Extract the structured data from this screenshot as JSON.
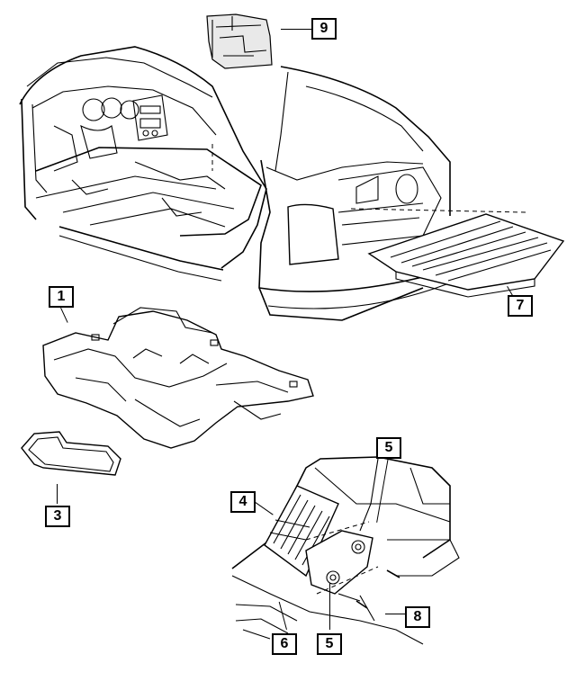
{
  "diagram": {
    "callouts": [
      {
        "id": "c1",
        "label": "1"
      },
      {
        "id": "c3",
        "label": "3"
      },
      {
        "id": "c4",
        "label": "4"
      },
      {
        "id": "c5a",
        "label": "5"
      },
      {
        "id": "c5b",
        "label": "5"
      },
      {
        "id": "c6",
        "label": "6"
      },
      {
        "id": "c7",
        "label": "7"
      },
      {
        "id": "c8",
        "label": "8"
      },
      {
        "id": "c9",
        "label": "9"
      }
    ],
    "parts": [
      {
        "name": "carpet-assembly",
        "callout": "1"
      },
      {
        "name": "floor-mat",
        "callout": "3"
      },
      {
        "name": "storage-bin",
        "callout": "4"
      },
      {
        "name": "fastener",
        "callout": "5"
      },
      {
        "name": "floor-panel",
        "callout": "6"
      },
      {
        "name": "cargo-cover-tray",
        "callout": "7"
      },
      {
        "name": "screw",
        "callout": "8"
      },
      {
        "name": "silencer-pad",
        "callout": "9"
      }
    ]
  }
}
